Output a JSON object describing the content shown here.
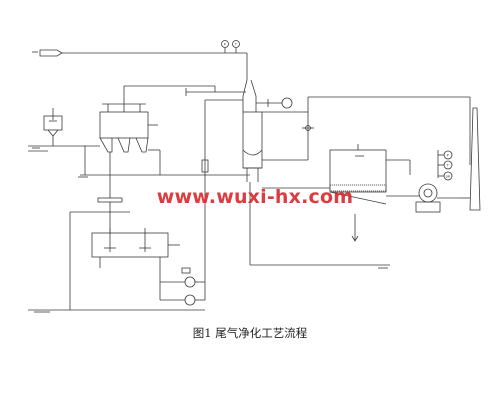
{
  "caption": "图1 尾气净化工艺流程",
  "watermark": "www.wuxi-hx.com",
  "colors": {
    "line": "#3a3a3a",
    "watermark": "#d9262c"
  },
  "instruments": [
    {
      "label": "P"
    },
    {
      "label": "T"
    },
    {
      "label": "P"
    },
    {
      "label": "T"
    },
    {
      "label": "pH"
    }
  ]
}
